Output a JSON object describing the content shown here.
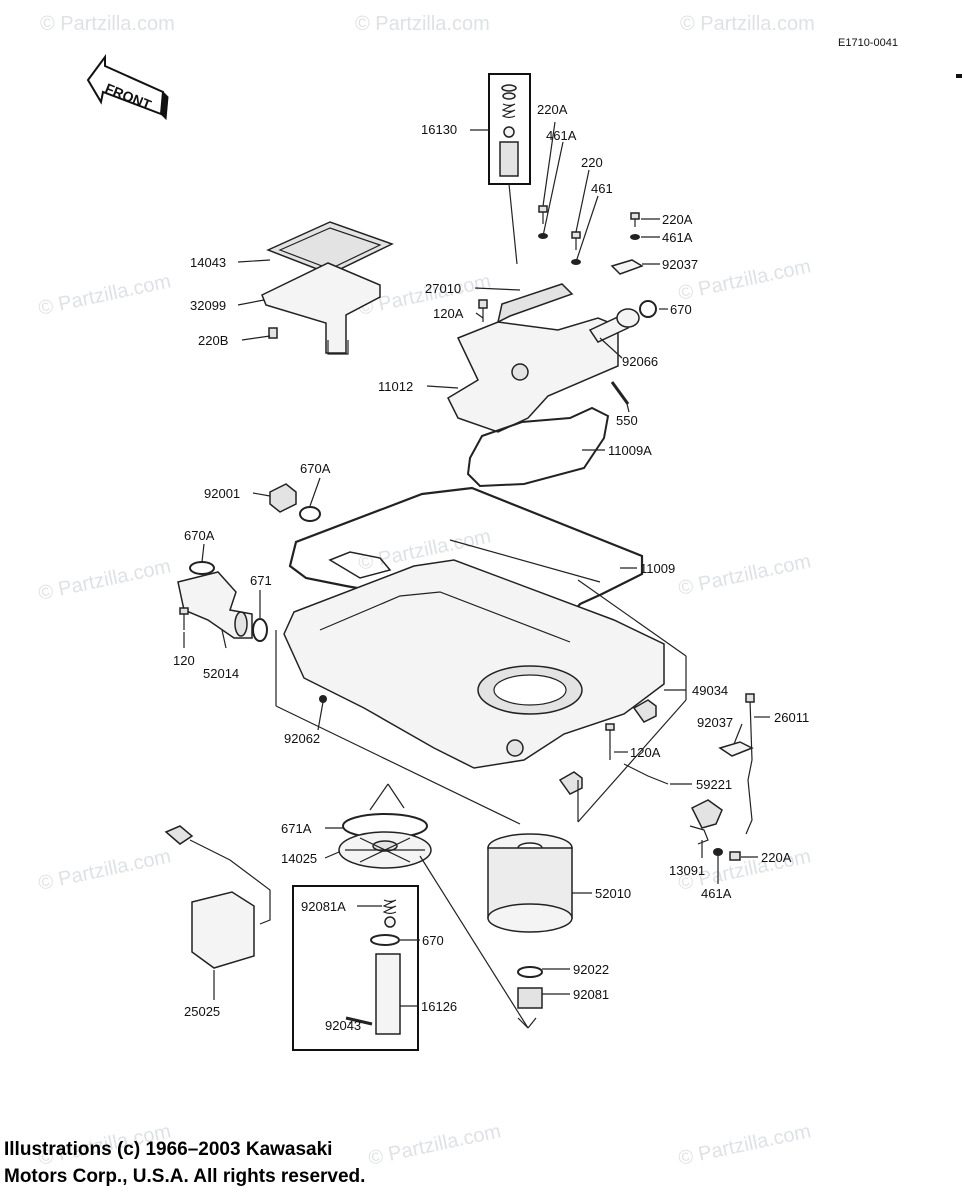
{
  "diagram": {
    "ref_code": "E1710-0041",
    "front_label": "FRONT",
    "watermark": "© Partzilla.com",
    "copyright_line1": "Illustrations (c) 1966–2003 Kawasaki",
    "copyright_line2": "Motors Corp., U.S.A.  All rights reserved.",
    "callouts": [
      "16130",
      "220A",
      "461A",
      "220",
      "461",
      "220A",
      "461A",
      "92037",
      "14043",
      "32099",
      "220B",
      "27010",
      "120A",
      "670",
      "92066",
      "11012",
      "550",
      "11009A",
      "670A",
      "92001",
      "670A",
      "11009",
      "671",
      "120",
      "52014",
      "49034",
      "26011",
      "92037",
      "92062",
      "120A",
      "59221",
      "671A",
      "14025",
      "52010",
      "13091",
      "220A",
      "461A",
      "92081A",
      "670",
      "92022",
      "92081",
      "25025",
      "16126",
      "92043"
    ]
  }
}
